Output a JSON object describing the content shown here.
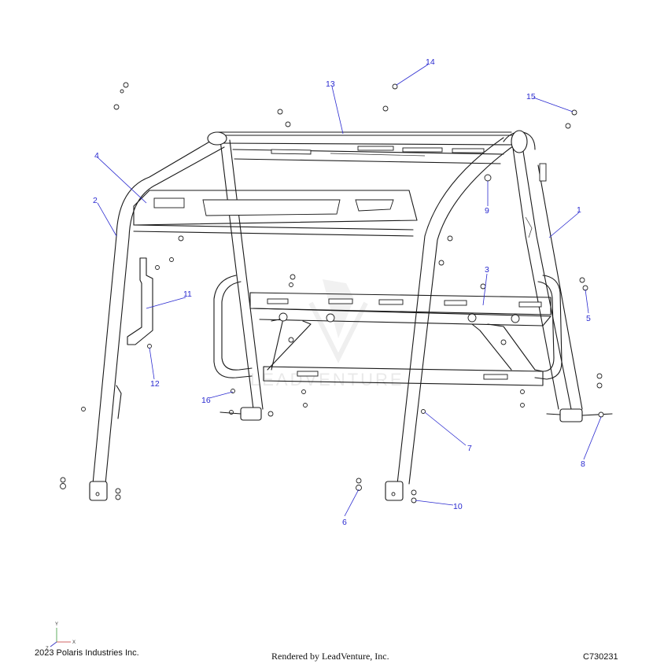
{
  "diagram": {
    "callouts": [
      "1",
      "2",
      "3",
      "4",
      "5",
      "6",
      "7",
      "8",
      "9",
      "10",
      "11",
      "12",
      "13",
      "14",
      "15",
      "16"
    ]
  },
  "watermark": "LEADVENTURE",
  "axis": {
    "y": "Y",
    "x": "X",
    "z": "Z"
  },
  "footer": {
    "copyright": "2023 Polaris Industries Inc.",
    "rendered_by": "Rendered by LeadVenture, Inc.",
    "code": "C730231"
  }
}
